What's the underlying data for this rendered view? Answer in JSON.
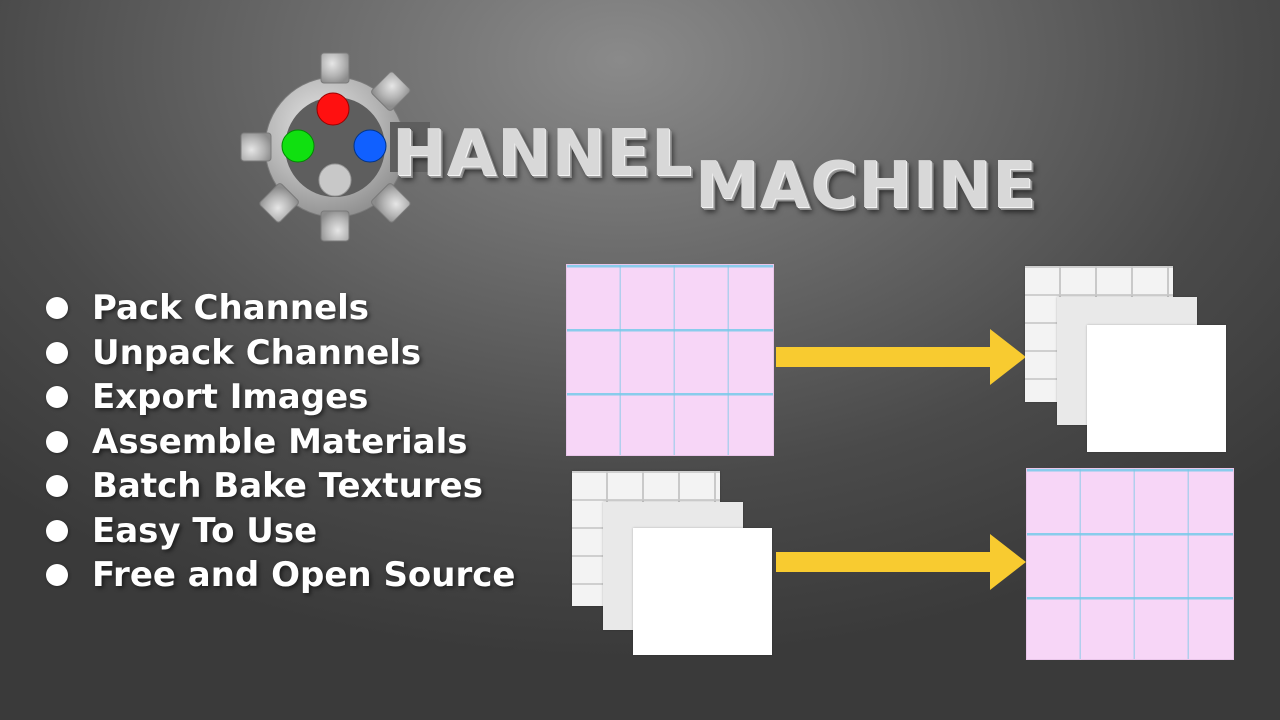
{
  "logo": {
    "word_1": "HANNEL",
    "word_2": "MACHINE",
    "colors": {
      "gear": "#b8b8b8",
      "dot_red": "#ff1010",
      "dot_green": "#10e010",
      "dot_blue": "#1060ff",
      "dot_grey": "#c8c8c8"
    }
  },
  "features": [
    "Pack Channels",
    "Unpack Channels",
    "Export Images",
    "Assemble Materials",
    "Batch Bake Textures",
    "Easy To Use",
    "Free and Open Source"
  ],
  "colors": {
    "arrow": "#f8cb30",
    "packed_texture": "#f7d6f7",
    "text": "#ffffff"
  }
}
